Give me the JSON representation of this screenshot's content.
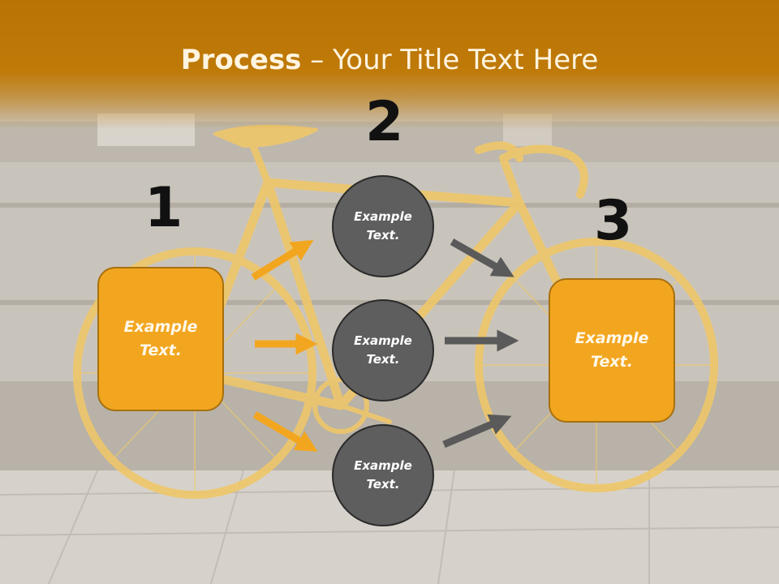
{
  "slide": {
    "title_bold": "Process",
    "title_rest": " – Your Title Text Here"
  },
  "steps": {
    "one": {
      "number": "1",
      "box_text_line1": "Example",
      "box_text_line2": "Text."
    },
    "two": {
      "number": "2"
    },
    "three": {
      "number": "3",
      "box_text_line1": "Example",
      "box_text_line2": "Text."
    }
  },
  "circles": [
    {
      "line1": "Example",
      "line2": "Text."
    },
    {
      "line1": "Example",
      "line2": "Text."
    },
    {
      "line1": "Example",
      "line2": "Text."
    }
  ],
  "colors": {
    "header": "#b87304",
    "box_fill": "#f2a61f",
    "circle_fill": "#5e5e5e",
    "arrow_orange": "#f2a61f",
    "arrow_gray": "#5a5a5a"
  }
}
